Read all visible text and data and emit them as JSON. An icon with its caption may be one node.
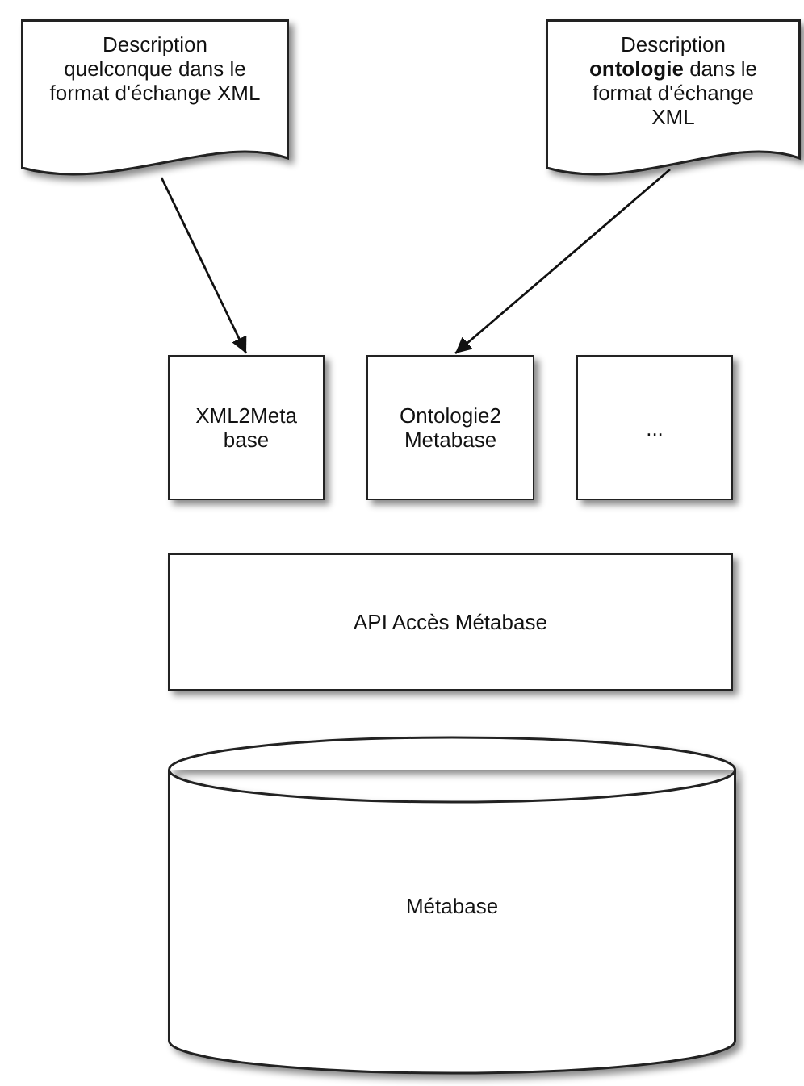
{
  "diagram": {
    "nodes": [
      {
        "text": [
          "Description quelconque dans le format d'échange XML"
        ]
      },
      {
        "text": [
          "Description **ontologie** dans le format d'échange XML"
        ]
      },
      {
        "text": [
          "XML2Metabase"
        ]
      },
      {
        "text": [
          "Ontologie2 Metabase"
        ]
      },
      {
        "text": [
          "..."
        ]
      },
      {
        "text": [
          "API Accès Métabase"
        ]
      },
      {
        "text": [
          "Métabase"
        ]
      }
    ],
    "edges": [
      {
        "from": 0,
        "to": 2,
        "arrow": "to"
      },
      {
        "from": 1,
        "to": 3,
        "arrow": "to"
      }
    ]
  }
}
